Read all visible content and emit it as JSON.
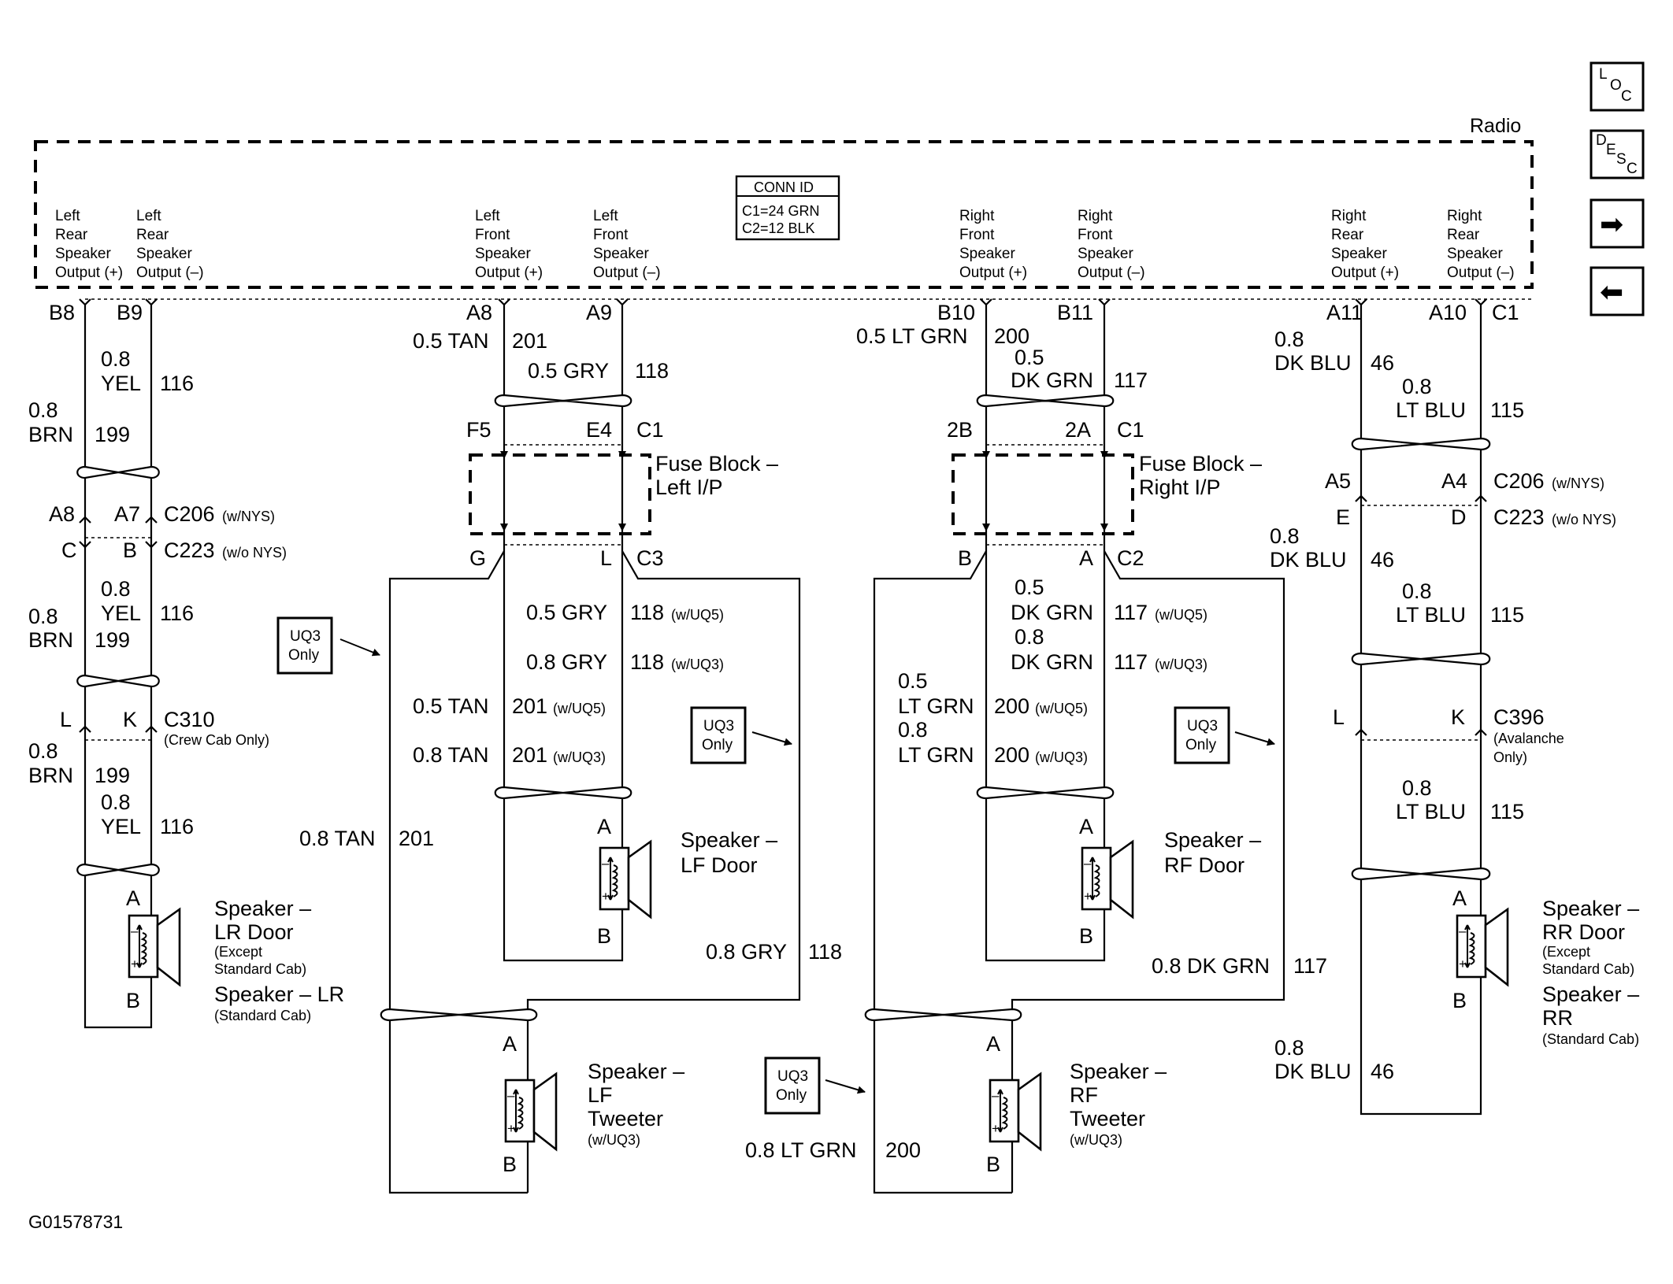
{
  "radio": {
    "title": "Radio",
    "conn_id": {
      "title": "CONN ID",
      "c1": "C1=24 GRN",
      "c2": "C2=12 BLK"
    },
    "outputs": {
      "lr_pos": [
        "Left",
        "Rear",
        "Speaker",
        "Output (+)"
      ],
      "lr_neg": [
        "Left",
        "Rear",
        "Speaker",
        "Output (–)"
      ],
      "lf_pos": [
        "Left",
        "Front",
        "Speaker",
        "Output (+)"
      ],
      "lf_neg": [
        "Left",
        "Front",
        "Speaker",
        "Output (–)"
      ],
      "rf_pos": [
        "Right",
        "Front",
        "Speaker",
        "Output (+)"
      ],
      "rf_neg": [
        "Right",
        "Front",
        "Speaker",
        "Output (–)"
      ],
      "rr_pos": [
        "Right",
        "Rear",
        "Speaker",
        "Output (+)"
      ],
      "rr_neg": [
        "Right",
        "Rear",
        "Speaker",
        "Output (–)"
      ]
    }
  },
  "nav": {
    "loc": {
      "l": "L",
      "o": "O",
      "c": "C"
    },
    "desc": {
      "d": "D",
      "e": "E",
      "s": "S",
      "c": "C"
    },
    "forward_glyph": "➡",
    "back_glyph": "⬅"
  },
  "lr": {
    "pin_pos": "B8",
    "pin_neg": "B9",
    "w1_gauge": "0.8",
    "w1_color": "YEL",
    "w1_circuit": "116",
    "w2_gauge": "0.8",
    "w2_color": "BRN",
    "w2_circuit": "199",
    "c206_a": "A8",
    "c206_b": "A7",
    "c206_name": "C206",
    "c206_note": "(w/NYS)",
    "c223_a": "C",
    "c223_b": "B",
    "c223_name": "C223",
    "c223_note": "(w/o NYS)",
    "w3_gauge": "0.8",
    "w3_color": "YEL",
    "w3_circuit": "116",
    "w4_gauge": "0.8",
    "w4_color": "BRN",
    "w4_circuit": "199",
    "c310_a": "L",
    "c310_b": "K",
    "c310_name": "C310",
    "c310_note": "(Crew Cab Only)",
    "w5_gauge": "0.8",
    "w5_color": "BRN",
    "w5_circuit": "199",
    "w6_gauge": "0.8",
    "w6_color": "YEL",
    "w6_circuit": "116",
    "spk_pin_a": "A",
    "spk_pin_b": "B",
    "spk_title": "Speaker –",
    "spk_name": "LR Door",
    "spk_note1": "(Except",
    "spk_note2": "Standard Cab)",
    "spk2_title": "Speaker – LR",
    "spk2_note": "(Standard Cab)"
  },
  "lf": {
    "pin_pos": "A8",
    "pin_neg": "A9",
    "w1_label": "0.5 TAN",
    "w1_circuit": "201",
    "w2_label": "0.5 GRY",
    "w2_circuit": "118",
    "fuse_pin_a": "F5",
    "fuse_pin_b": "E4",
    "fuse_conn": "C1",
    "fuse_title": "Fuse Block –",
    "fuse_loc": "Left I/P",
    "out_pin_a": "G",
    "out_pin_b": "L",
    "out_conn": "C3",
    "w3_label": "0.5 GRY",
    "w3_circuit": "118",
    "w3_note": "(w/UQ5)",
    "w4_label": "0.8 GRY",
    "w4_circuit": "118",
    "w4_note": "(w/UQ3)",
    "w5_label": "0.5 TAN",
    "w5_circuit": "201",
    "w5_note": "(w/UQ5)",
    "w6_label": "0.8 TAN",
    "w6_circuit": "201",
    "w6_note": "(w/UQ3)",
    "uq3_a": [
      "UQ3",
      "Only"
    ],
    "uq3_b": [
      "UQ3",
      "Only"
    ],
    "w7_label": "0.8 TAN",
    "w7_circuit": "201",
    "w8_label": "0.8 GRY",
    "w8_circuit": "118",
    "spk_pin_a": "A",
    "spk_pin_b": "B",
    "spk_title": "Speaker –",
    "spk_name": "LF Door",
    "tw_pin_a": "A",
    "tw_pin_b": "B",
    "tw_title": "Speaker –",
    "tw_name1": "LF",
    "tw_name2": "Tweeter",
    "tw_note": "(w/UQ3)"
  },
  "rf": {
    "pin_pos": "B10",
    "pin_neg": "B11",
    "w1_label": "0.5 LT GRN",
    "w1_circuit": "200",
    "w2_gauge": "0.5",
    "w2_color": "DK GRN",
    "w2_circuit": "117",
    "fuse_pin_a": "2B",
    "fuse_pin_b": "2A",
    "fuse_conn": "C1",
    "fuse_title": "Fuse Block –",
    "fuse_loc": "Right I/P",
    "out_pin_a": "B",
    "out_pin_b": "A",
    "out_conn": "C2",
    "w3_gauge": "0.5",
    "w3_color": "DK GRN",
    "w3_circuit": "117",
    "w3_note": "(w/UQ5)",
    "w4_gauge": "0.8",
    "w4_color": "DK GRN",
    "w4_circuit": "117",
    "w4_note": "(w/UQ3)",
    "w5_gauge": "0.5",
    "w5_color": "LT GRN",
    "w5_circuit": "200",
    "w5_note": "(w/UQ5)",
    "w6_gauge": "0.8",
    "w6_color": "LT GRN",
    "w6_circuit": "200",
    "w6_note": "(w/UQ3)",
    "uq3_a": [
      "UQ3",
      "Only"
    ],
    "uq3_b": [
      "UQ3",
      "Only"
    ],
    "w7_label": "0.8 DK GRN",
    "w7_circuit": "117",
    "w8_label": "0.8 LT GRN",
    "w8_circuit": "200",
    "spk_pin_a": "A",
    "spk_pin_b": "B",
    "spk_title": "Speaker –",
    "spk_name": "RF Door",
    "tw_pin_a": "A",
    "tw_pin_b": "B",
    "tw_title": "Speaker –",
    "tw_name1": "RF",
    "tw_name2": "Tweeter",
    "tw_note": "(w/UQ3)"
  },
  "rr": {
    "pin_pos": "A11",
    "pin_neg": "A10",
    "conn": "C1",
    "w1_gauge": "0.8",
    "w1_color": "DK BLU",
    "w1_circuit": "46",
    "w2_gauge": "0.8",
    "w2_color": "LT BLU",
    "w2_circuit": "115",
    "c206_a": "A5",
    "c206_b": "A4",
    "c206_name": "C206",
    "c206_note": "(w/NYS)",
    "c223_a": "E",
    "c223_b": "D",
    "c223_name": "C223",
    "c223_note": "(w/o NYS)",
    "w3_gauge": "0.8",
    "w3_color": "DK BLU",
    "w3_circuit": "46",
    "w4_gauge": "0.8",
    "w4_color": "LT BLU",
    "w4_circuit": "115",
    "c396_a": "L",
    "c396_b": "K",
    "c396_name": "C396",
    "c396_note1": "(Avalanche",
    "c396_note2": "Only)",
    "w5_gauge": "0.8",
    "w5_color": "LT BLU",
    "w5_circuit": "115",
    "w6_gauge": "0.8",
    "w6_color": "DK BLU",
    "w6_circuit": "46",
    "spk_pin_a": "A",
    "spk_pin_b": "B",
    "spk_title": "Speaker –",
    "spk_name": "RR Door",
    "spk_note1": "(Except",
    "spk_note2": "Standard Cab)",
    "spk2_title": "Speaker –",
    "spk2_name": "RR",
    "spk2_note": "(Standard Cab)"
  },
  "figure_id": "G01578731"
}
